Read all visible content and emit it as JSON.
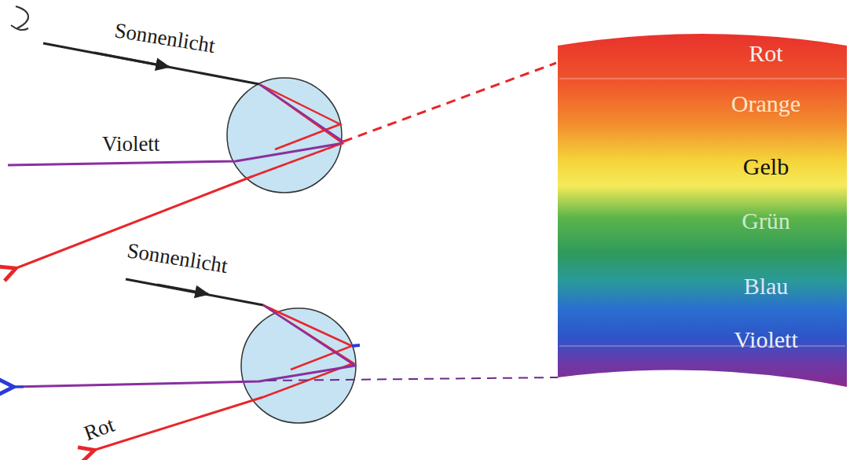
{
  "diagram": {
    "nodes": [
      {
        "text": [
          "Rot",
          "Orange",
          "Gelb",
          "Grün",
          "Blau",
          "Violett"
        ]
      }
    ],
    "labels": [
      "Sonnenlicht",
      "Violett",
      "Sonnenlicht",
      "Rot"
    ]
  }
}
